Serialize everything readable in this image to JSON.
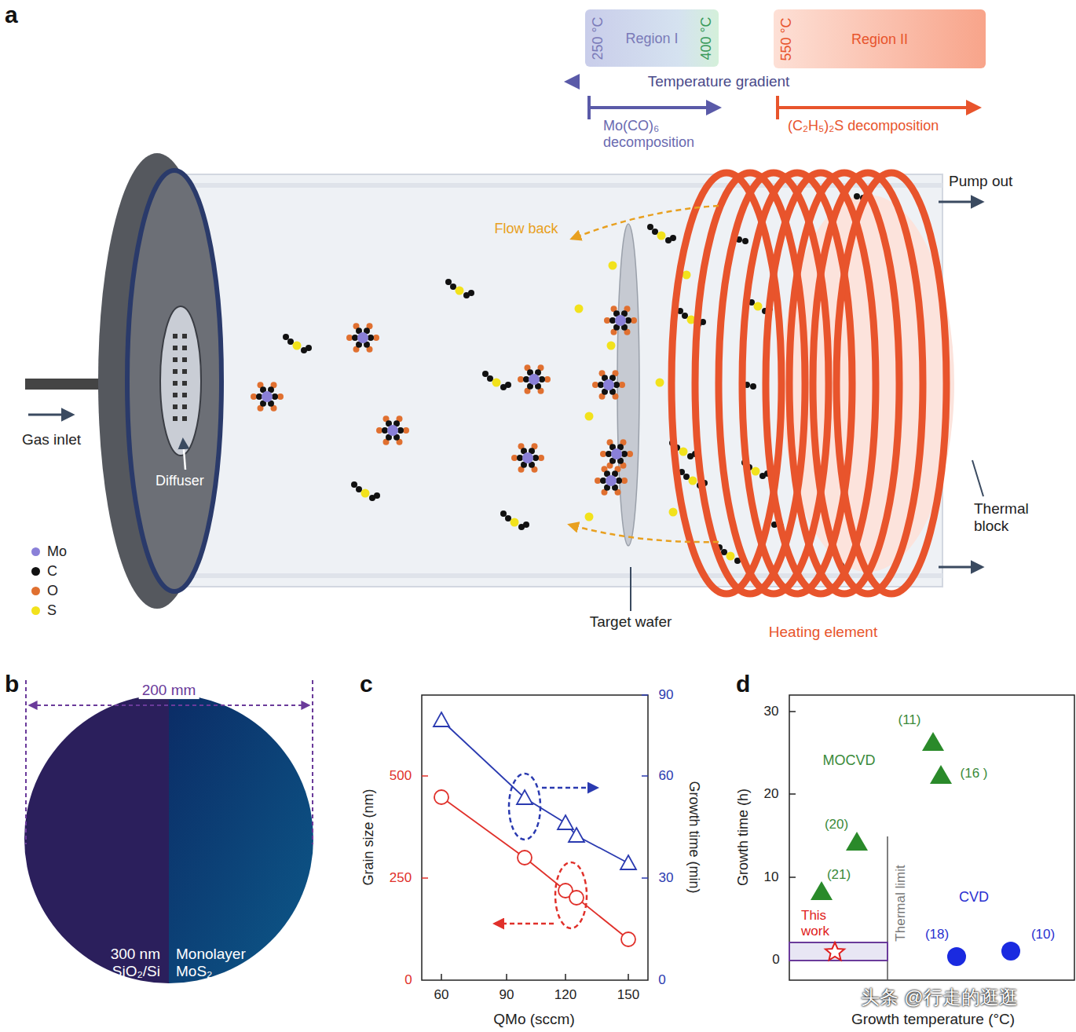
{
  "diagram": {
    "nodes": [
      {
        "text": [
          "250 °C",
          "Region I",
          "400 °C"
        ]
      },
      {
        "text": [
          "550 °C",
          "Region II"
        ]
      }
    ],
    "labels": [
      "a",
      "Temperature gradient",
      "Mo(CO)₆ decomposition",
      "(C₂H₅)₂S decomposition",
      "Pump out",
      "Flow back",
      "Gas inlet",
      "Diffuser",
      "Thermal block",
      "Target wafer",
      "Heating element",
      "b",
      "200 mm",
      "300 nm SiO₂/Si",
      "Monolayer MoS₂",
      "c",
      "500",
      "250",
      "0",
      "90",
      "60",
      "30",
      "0",
      "60",
      "90",
      "120",
      "150",
      "Grain size (nm)",
      "Growth time (min)",
      "QMo (sccm)",
      "d",
      "30",
      "20",
      "10",
      "0",
      "Growth time (h)",
      "Growth temperature (°C)",
      "MOCVD",
      "CVD",
      "(11)",
      "(16 )",
      "(20)",
      "(21)",
      "(18)",
      "(10)",
      "This work",
      "Thermal limit",
      "头条 @行走的逛逛"
    ],
    "legend": [
      {
        "text": "Mo",
        "color": "#8a80d8"
      },
      {
        "text": "C",
        "color": "#111111"
      },
      {
        "text": "O",
        "color": "#e07030"
      },
      {
        "text": "S",
        "color": "#f2e21c"
      }
    ]
  }
}
